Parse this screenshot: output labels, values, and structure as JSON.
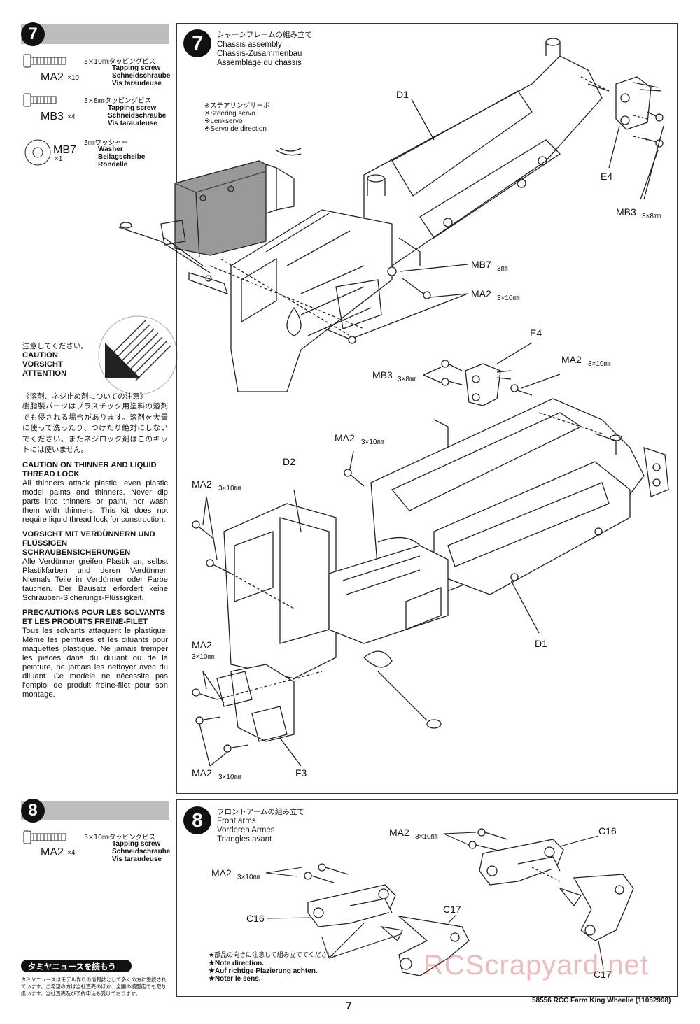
{
  "step7": {
    "number": "7",
    "parts": [
      {
        "jp": "3×10㎜タッピングビス",
        "en": "Tapping screw",
        "de": "Schneidschraube",
        "fr": "Vis taraudeuse",
        "code": "MA2",
        "qty": "×10"
      },
      {
        "jp": "3×8㎜タッピングビス",
        "en": "Tapping screw",
        "de": "Schneidschraube",
        "fr": "Vis taraudeuse",
        "code": "MB3",
        "qty": "×4"
      },
      {
        "jp": "3㎜ワッシャー",
        "en": "Washer",
        "de": "Beilagscheibe",
        "fr": "Rondelle",
        "code": "MB7",
        "qty": "×1"
      }
    ],
    "title_jp": "シャーシフレームの組み立て",
    "title_en": "Chassis assembly",
    "title_de": "Chassis-Zusammenbau",
    "title_fr": "Assemblage du chassis",
    "servo_note": [
      "※ステアリングサーボ",
      "※Steering servo",
      "※Lenkservo",
      "※Servo de direction"
    ],
    "labels": {
      "d1_top": "D1",
      "e4_top": "E4",
      "mb3_right": "MB3",
      "mb3_right_size": "3×8㎜",
      "mb7": "MB7",
      "mb7_size": "3㎜",
      "ma2_upper": "MA2",
      "ma2_upper_size": "3×10㎜",
      "e4_mid": "E4",
      "mb3_mid": "MB3",
      "mb3_mid_size": "3×8㎜",
      "ma2_mid_right": "MA2",
      "ma2_mid_right_size": "3×10㎜",
      "ma2_mid": "MA2",
      "ma2_mid_size": "3×10㎜",
      "d2": "D2",
      "ma2_left": "MA2",
      "ma2_left_size": "3×10㎜",
      "d1_bottom": "D1",
      "ma2_low": "MA2",
      "ma2_low_size": "3×10㎜",
      "ma2_bottom": "MA2",
      "ma2_bottom_size": "3×10㎜",
      "f3": "F3"
    }
  },
  "caution": {
    "jp_head": "注意してください。",
    "en": "CAUTION",
    "de": "VORSICHT",
    "fr": "ATTENTION",
    "jp_title": "《溶剤、ネジ止め剤についての注意》",
    "jp_body": "樹脂製パーツはプラスチック用塗料の溶剤でも侵される場合があります。溶剤を大量に使って洗ったり、つけたり絶対にしないでください。またネジロック剤はこのキットには使いません。",
    "en_title": "CAUTION ON THINNER AND LIQUID THREAD LOCK",
    "en_body": "All thinners attack plastic, even plastic model paints and thinners. Never dip parts into thinners or paint, nor wash them with thinners. This kit does not require liquid thread lock for construction.",
    "de_title": "VORSICHT MIT VERDÜNNERN UND FLÜSSIGEN SCHRAUBENSICHERUNGEN",
    "de_body": "Alle Verdünner greifen Plastik an, selbst Plastikfarben und deren Verdünner. Niemals Teile in Verdünner oder Farbe tauchen. Der Bausatz erfordert keine Schrauben-Sicherungs-Flüssigkeit.",
    "fr_title": "PRECAUTIONS POUR LES SOLVANTS ET LES PRODUITS FREINE-FILET",
    "fr_body": "Tous les solvants attaquent le plastique. Même les peintures et les diluants pour maquettes plastique. Ne jamais tremper les pièces dans du diluant ou de la peinture, ne jamais les nettoyer avec du diluant. Ce modèle ne nécessite pas l'emploi de produit freine-filet pour son montage."
  },
  "step8": {
    "number": "8",
    "part": {
      "jp": "3×10㎜タッピングビス",
      "en": "Tapping screw",
      "de": "Schneidschraube",
      "fr": "Vis taraudeuse",
      "code": "MA2",
      "qty": "×4"
    },
    "title_jp": "フロントアームの組み立て",
    "title_en": "Front arms",
    "title_de": "Vorderen Armes",
    "title_fr": "Triangles avant",
    "labels": {
      "ma2_right": "MA2",
      "ma2_right_size": "3×10㎜",
      "c16_right": "C16",
      "ma2_left": "MA2",
      "ma2_left_size": "3×10㎜",
      "c16_left": "C16",
      "c17_mid": "C17",
      "c17_right": "C17"
    },
    "notes": [
      "★部品の向きに注意して組み立ててください。",
      "★Note direction.",
      "★Auf richtige Plazierung achten.",
      "★Noter le sens."
    ]
  },
  "tamiya_news": {
    "badge": "タミヤニュースを読もう",
    "text": "タミヤニュースはモデル作りの情報誌として多くの方に愛読されています。ご希望の方は当社直売のほか、全国の模型店でも取り扱います。当社直売及び予約申込も受けております。"
  },
  "footer": {
    "page": "7",
    "code": "58556 RCC Farm King Wheelie (11052998)",
    "watermark": "RCScrapyard.net"
  }
}
